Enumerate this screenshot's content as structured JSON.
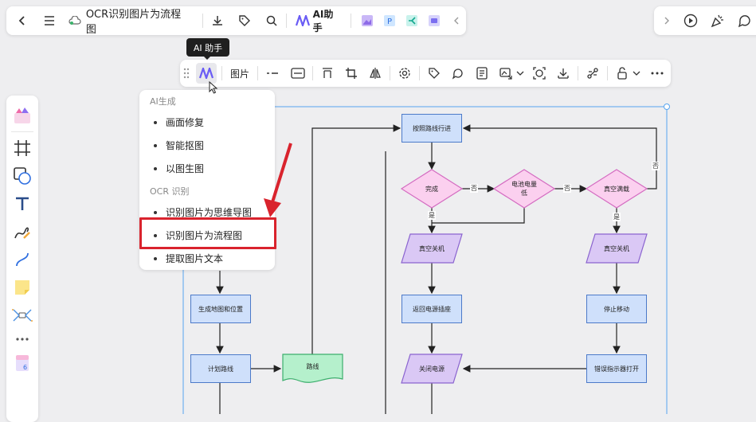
{
  "topbar": {
    "doc_title": "OCR识别图片为流程图",
    "ai_label": "AI助手"
  },
  "tooltip": {
    "text": "AI 助手"
  },
  "toolbar": {
    "image_label": "图片"
  },
  "menu": {
    "section_ai": "AI生成",
    "ai_items": [
      "画面修复",
      "智能抠图",
      "以图生图"
    ],
    "section_ocr": "OCR 识别",
    "ocr_items": [
      "识别图片为思维导图",
      "识别图片为流程图",
      "提取图片文本"
    ],
    "highlighted": "识别图片为流程图"
  },
  "flowchart": {
    "nodes": {
      "follow_route": "按照路线行进",
      "done": "完成",
      "battery_low_1": "电池电量",
      "battery_low_2": "低",
      "vacuum_full": "真空满载",
      "vacuum_off_1": "真空关机",
      "vacuum_off_2": "真空关机",
      "return_socket": "返回电源插座",
      "stop_moving": "停止移动",
      "gen_map": "生成地图和位置",
      "plan_route": "计划路线",
      "route": "路线",
      "power_off": "关闭电源",
      "error_light": "错误指示器打开"
    },
    "edge_labels": {
      "no": "否",
      "yes": "是"
    }
  },
  "colors": {
    "accent": "#2f6fe0",
    "highlight_border": "#d9232d",
    "arrow": "#d9232d",
    "node_rect": "#cfe0fb",
    "node_diamond": "#fbd0ef",
    "node_parallelogram": "#dac8f5",
    "node_doc": "#b5f0cc"
  }
}
